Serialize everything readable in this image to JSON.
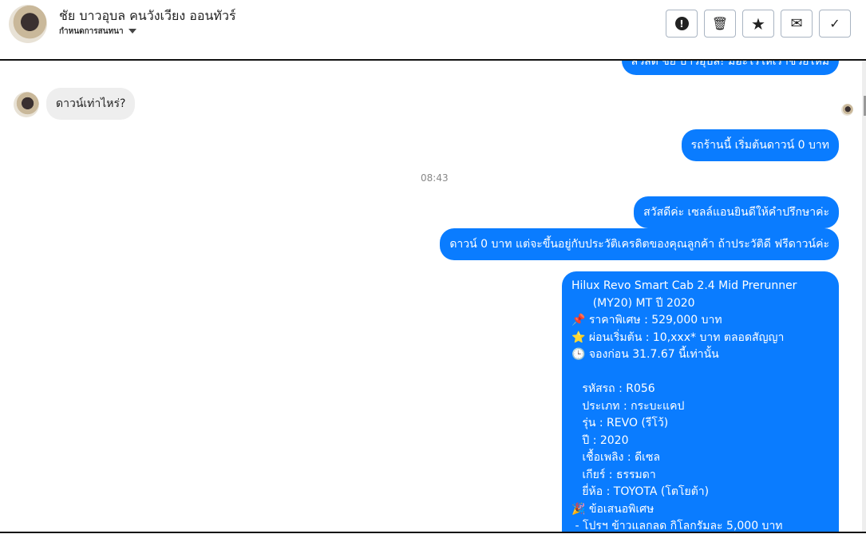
{
  "header": {
    "name": "ชัย บาวอุบล คนวังเวียง ออนทัวร์",
    "subtitle": "กำหนดการสนทนา"
  },
  "actions": [
    {
      "label": "!",
      "name": "spam"
    },
    {
      "label": "🗑",
      "name": "delete"
    },
    {
      "label": "★",
      "name": "star"
    },
    {
      "label": "✉",
      "name": "mark-unread"
    },
    {
      "label": "✓",
      "name": "done"
    }
  ],
  "messages": {
    "m0": "สวัสดี ชัย บาวอุบล! มีอะไรให้เราช่วยไหม",
    "m1": "ดาวน์เท่าไหร่?",
    "m2": "รถร้านนี้ เริ่มต้นดาวน์ 0 บาท",
    "time": "08:43",
    "m3": "สวัสดีค่ะ เซลล์แอนยินดีให้คำปรึกษาค่ะ",
    "m4": "ดาวน์ 0 บาท แต่จะขึ้นอยู่กับประวัติเครดิตของคุณลูกค้า ถ้าประวัติดี ฟรีดาวน์ค่ะ",
    "m5": "Hilux Revo Smart Cab 2.4 Mid Prerunner\n      (MY20) MT ปี 2020\n📌 ราคาพิเศษ : 529,000 บาท\n⭐ ผ่อนเริ่มต้น : 10,xxx* บาท ตลอดสัญญา\n🕒 จองก่อน 31.7.67 นี้เท่านั้น\n\n   รหัสรถ : R056\n   ประเภท : กระบะแคป\n   รุ่น : REVO (รีโว้)\n   ปี : 2020\n   เชื้อเพลิง : ดีเซล\n   เกียร์ : ธรรมดา\n   ยี่ห้อ : TOYOTA (โตโยต้า)\n🎉 ข้อเสนอพิเศษ\n - โปรฯ ข้าวแลกลด กิโลกรัมละ 5,000 บาท"
  }
}
